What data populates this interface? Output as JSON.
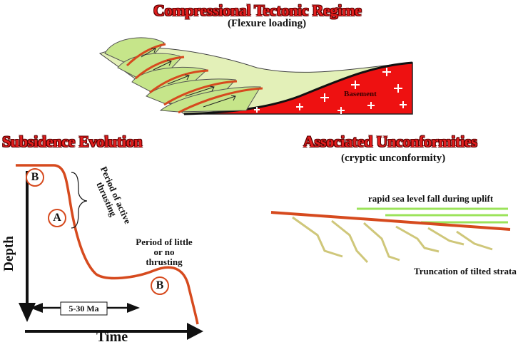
{
  "titles": {
    "main": "Compressional Tectonic Regime",
    "main_sub": "(Flexure loading)",
    "subsidence": "Subsidence Evolution",
    "unconformities": "Associated Unconformities",
    "unconformities_sub": "(cryptic unconformity)"
  },
  "diagram": {
    "basement_label": "Basement",
    "period_active": [
      "Period of active",
      "thrusting"
    ],
    "period_little": [
      "Period of little",
      "or no",
      "thrusting"
    ],
    "marker_b": "B",
    "marker_a": "A",
    "duration": "5-30 Ma",
    "axis_x": "Time",
    "axis_y": "Depth",
    "sea_level_label": "rapid sea level fall during uplift",
    "truncation_label": "Truncation of tilted strata"
  },
  "colors": {
    "title_red": "#e11d1d",
    "thrust_green": "#c6e58a",
    "foreland_green": "#e3f0b8",
    "basement_red": "#ee1111",
    "fault_red": "#d64a1e",
    "sea_line_green": "#9be35a",
    "strata_khaki": "#cfc77a"
  }
}
